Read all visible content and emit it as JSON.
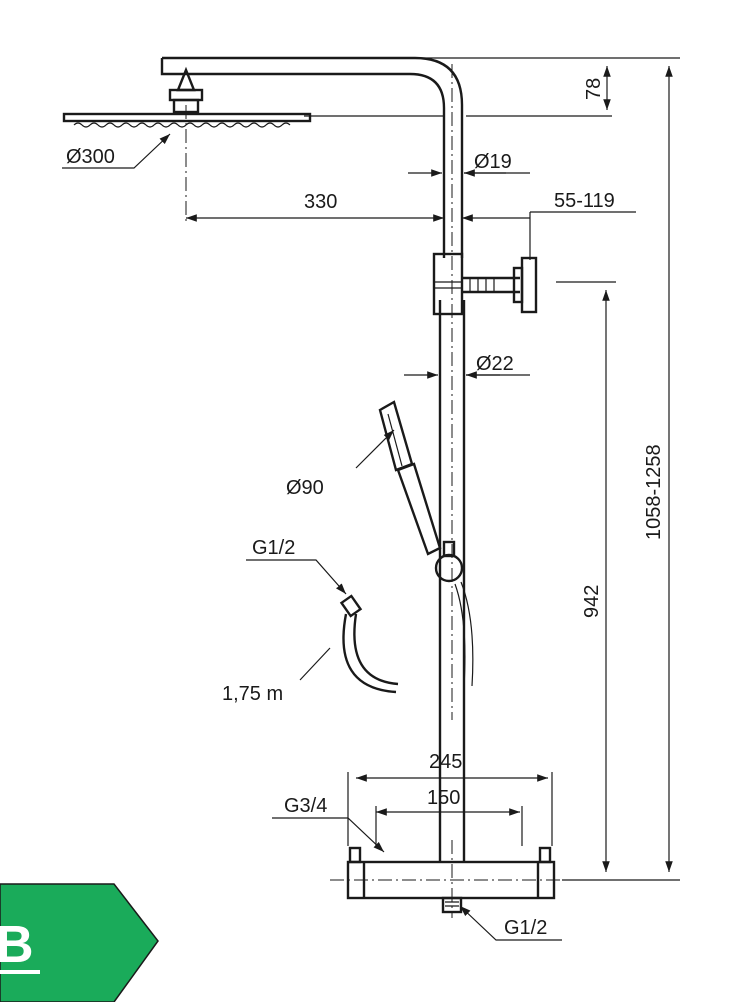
{
  "dimensions": {
    "head_diameter": "Ø300",
    "arm_height": "78",
    "pipe_diameter_top": "Ø19",
    "arm_reach": "330",
    "adjust_range": "55-119",
    "pipe_diameter_lower": "Ø22",
    "hand_shower_diameter": "Ø90",
    "hose_connection": "G1/2",
    "hose_length": "1,75 m",
    "total_height": "1058-1258",
    "outlet_height": "942",
    "mixer_width": "245",
    "inlet_spacing": "150",
    "inlet_thread": "G3/4",
    "outlet_thread": "G1/2"
  },
  "badge": {
    "label": "B",
    "color": "#1aab5a"
  }
}
